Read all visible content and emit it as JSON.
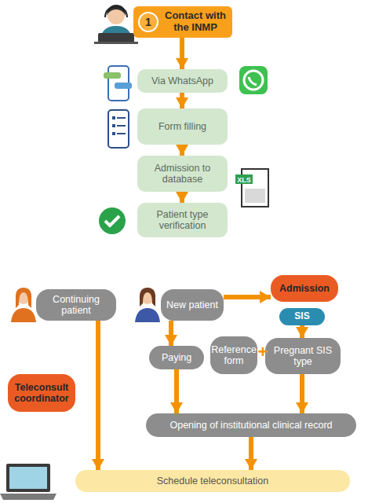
{
  "diagram": {
    "nodes": [
      {
        "text": [
          "1",
          "Contact with the INMP"
        ]
      },
      {
        "text": [
          "Via WhatsApp"
        ]
      },
      {
        "text": [
          "Form filling"
        ]
      },
      {
        "text": [
          "Admission to database"
        ]
      },
      {
        "text": [
          "Patient type verification"
        ]
      },
      {
        "text": [
          "Continuing patient"
        ]
      },
      {
        "text": [
          "New patient"
        ]
      },
      {
        "text": [
          "Admission"
        ]
      },
      {
        "text": [
          "SIS"
        ]
      },
      {
        "text": [
          "Teleconsult coordinator"
        ]
      },
      {
        "text": [
          "Paying"
        ]
      },
      {
        "text": [
          "Reference form"
        ]
      },
      {
        "text": [
          "Pregnant SIS type"
        ]
      },
      {
        "text": [
          "Opening of institutional clinical record"
        ]
      },
      {
        "text": [
          "Schedule teleconsultation"
        ]
      }
    ],
    "edges": [
      {
        "from": 0,
        "to": 1,
        "arrow": "to"
      },
      {
        "from": 1,
        "to": 2,
        "arrow": "to"
      },
      {
        "from": 2,
        "to": 3,
        "arrow": "to"
      },
      {
        "from": 3,
        "to": 4,
        "arrow": "to"
      },
      {
        "from": 6,
        "to": 7,
        "arrow": "to"
      },
      {
        "from": 8,
        "to": 12,
        "arrow": "to"
      },
      {
        "from": 6,
        "to": 10,
        "arrow": "to"
      },
      {
        "from": 10,
        "to": 13,
        "arrow": "to"
      },
      {
        "from": 12,
        "to": 13,
        "arrow": "to"
      },
      {
        "from": 13,
        "to": 14,
        "arrow": "to"
      },
      {
        "from": 5,
        "to": 14,
        "arrow": "to"
      }
    ],
    "labels": [
      "XLS",
      "+"
    ]
  }
}
